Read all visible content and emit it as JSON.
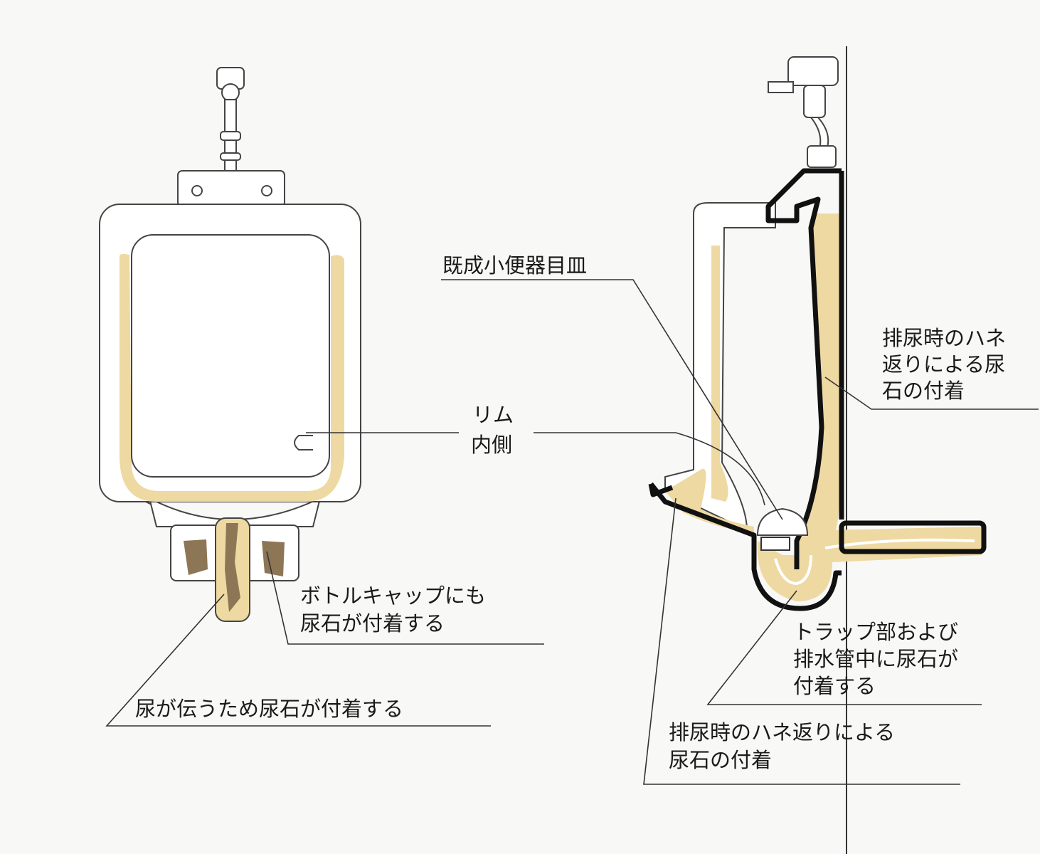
{
  "colors": {
    "background": "#f8f8f6",
    "scale_deposit": "#efd9a2",
    "stain": "#8c7656",
    "outline": "#222222"
  },
  "labels": {
    "existing_drain_cover": "既成小便器目皿",
    "rim_inside": [
      "リム",
      "内側"
    ],
    "splash_back_upper": [
      "排尿時のハネ",
      "返りによる尿",
      "石の付着"
    ],
    "bottle_cap": [
      "ボトルキャップにも",
      "尿石が付着する"
    ],
    "urine_flow": "尿が伝うため尿石が付着する",
    "trap_pipe": [
      "トラップ部および",
      "排水管中に尿石が",
      "付着する"
    ],
    "splash_back_lower": [
      "排尿時のハネ返りによる",
      "尿石の付着"
    ]
  }
}
